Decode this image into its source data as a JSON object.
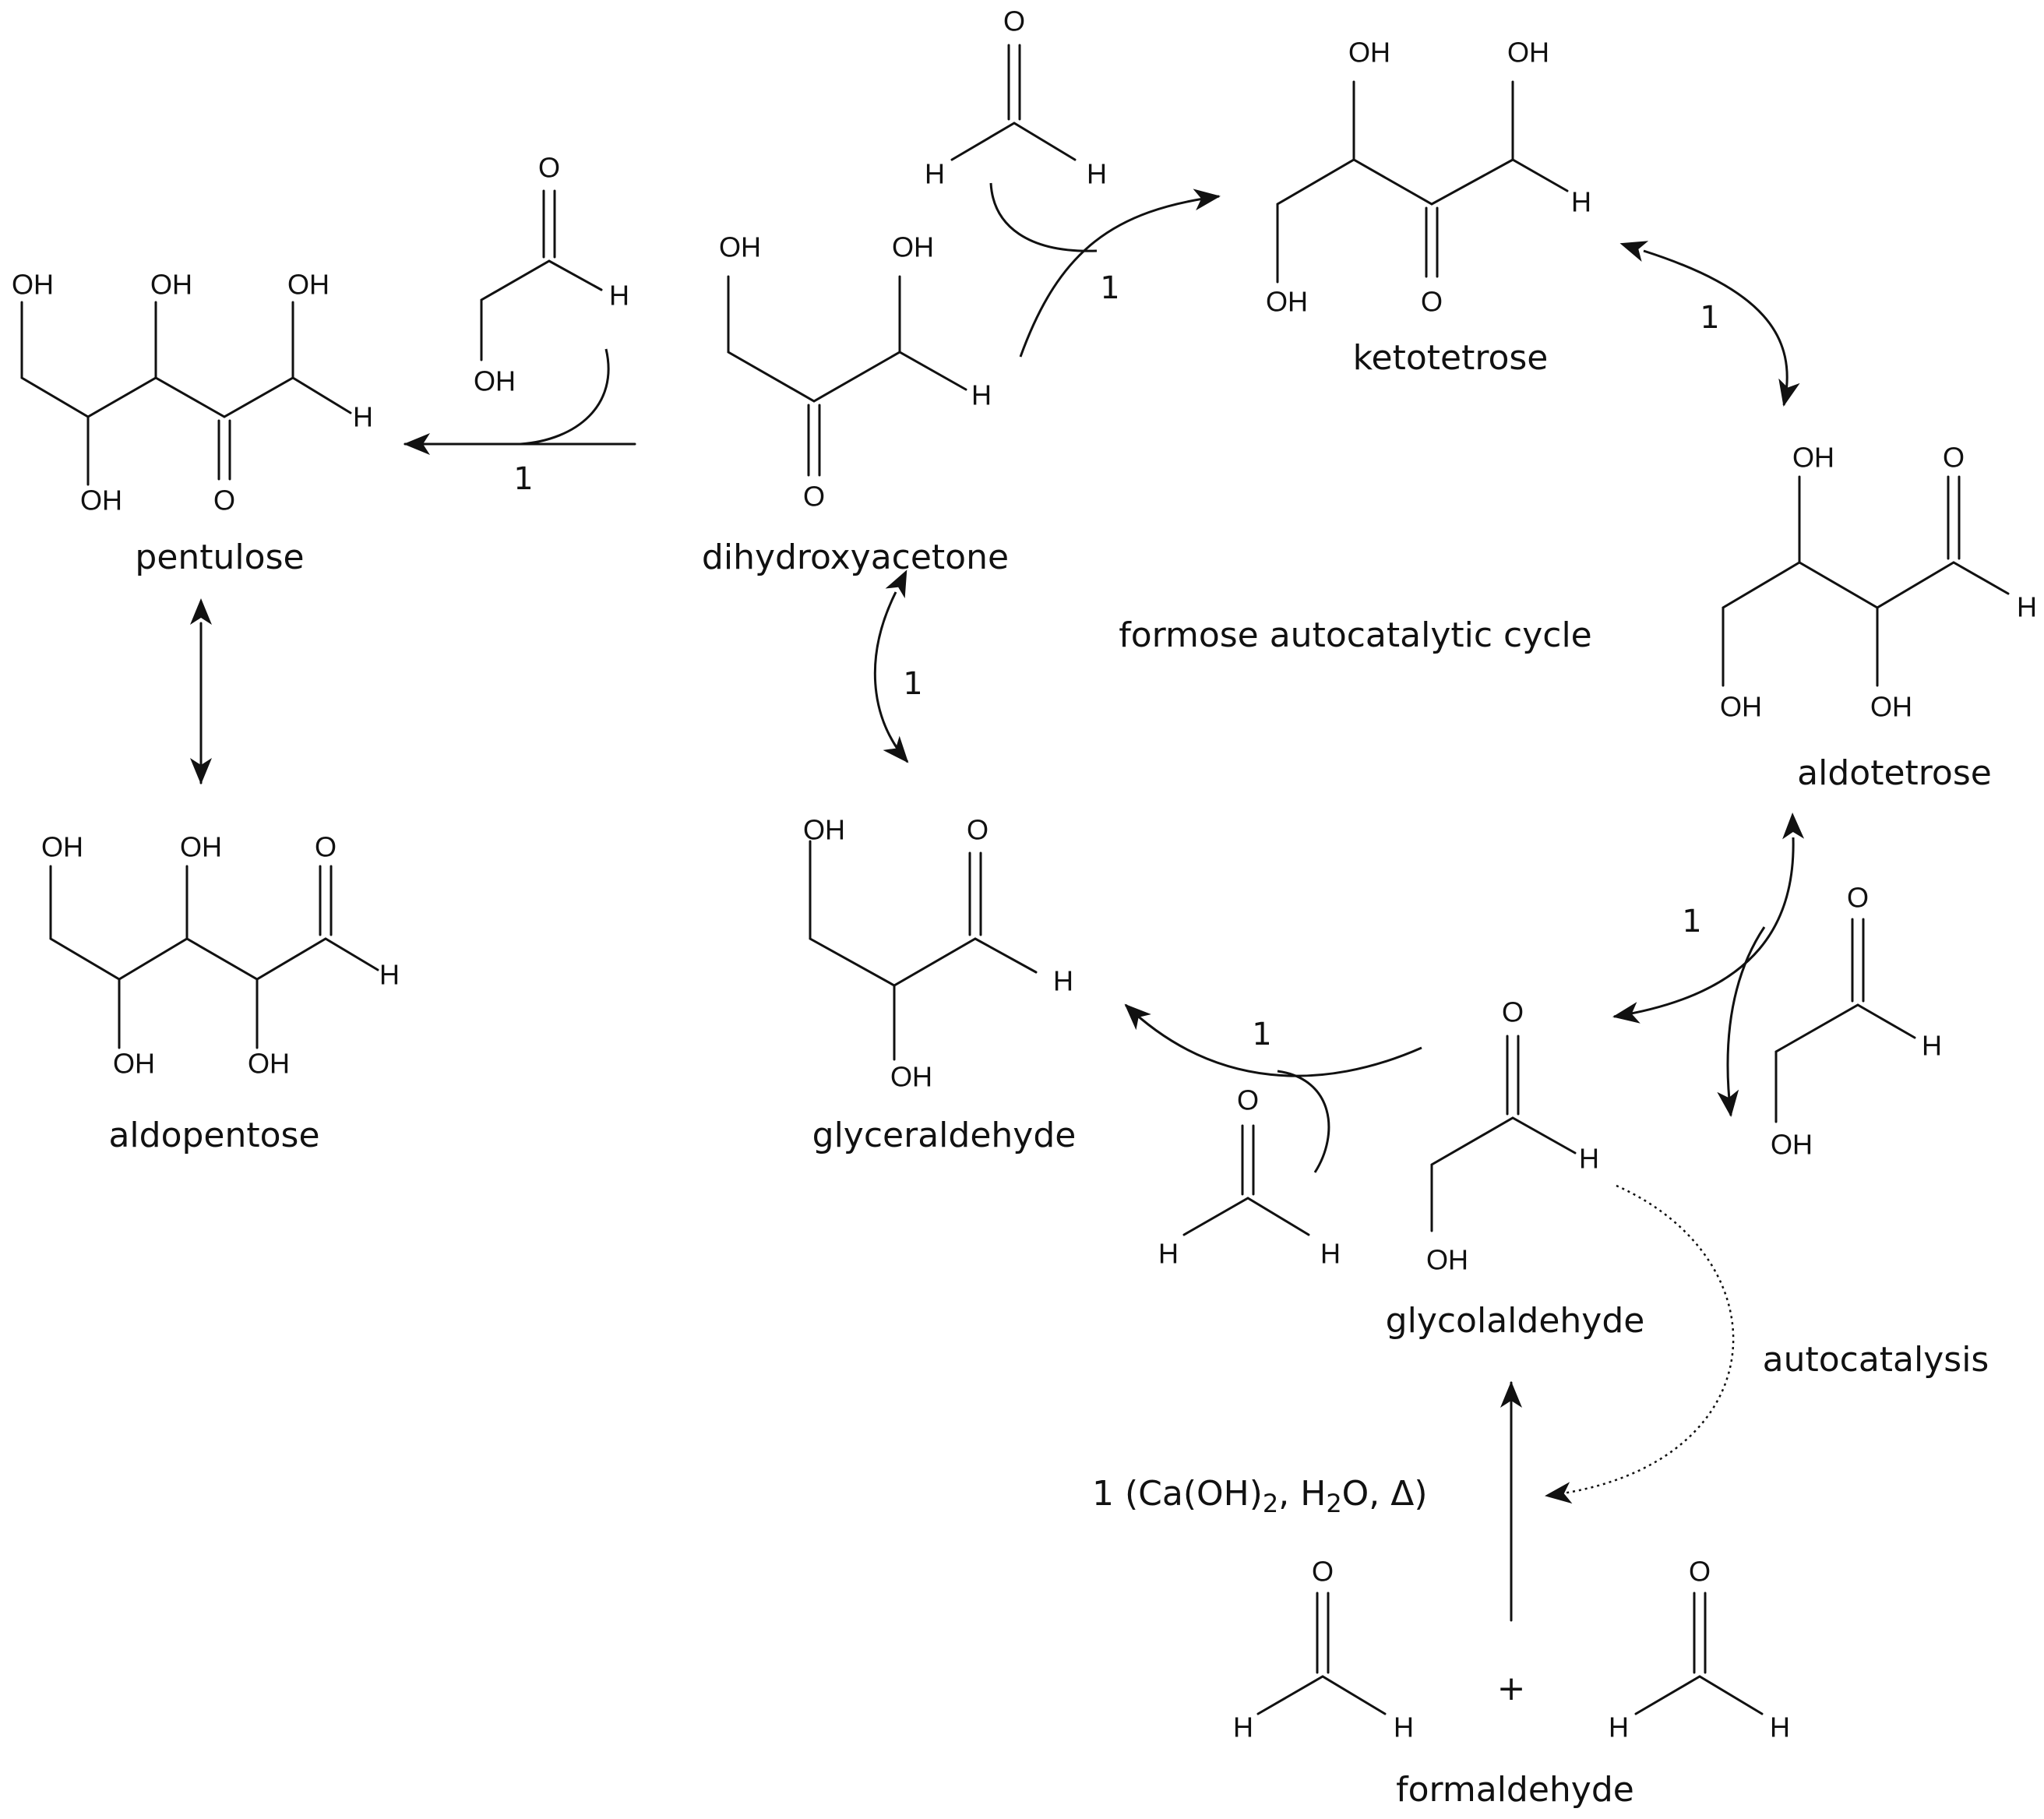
{
  "diagram": {
    "title": "formose autocatalytic cycle",
    "compounds": {
      "pentulose": "pentulose",
      "aldopentose": "aldopentose",
      "dihydroxyacetone": "dihydroxyacetone",
      "glyceraldehyde": "glyceraldehyde",
      "ketotetrose": "ketotetrose",
      "aldotetrose": "aldotetrose",
      "glycolaldehyde": "glycolaldehyde",
      "formaldehyde": "formaldehyde"
    },
    "step_label": "1",
    "autocatalysis": "autocatalysis",
    "plus": "+",
    "conditions": {
      "prefix": "1 (Ca(OH)",
      "sub1": "2",
      "mid1": ", H",
      "sub2": "2",
      "suffix": "O, Δ)"
    },
    "atoms": {
      "O": "O",
      "H": "H",
      "OH": "OH"
    }
  }
}
